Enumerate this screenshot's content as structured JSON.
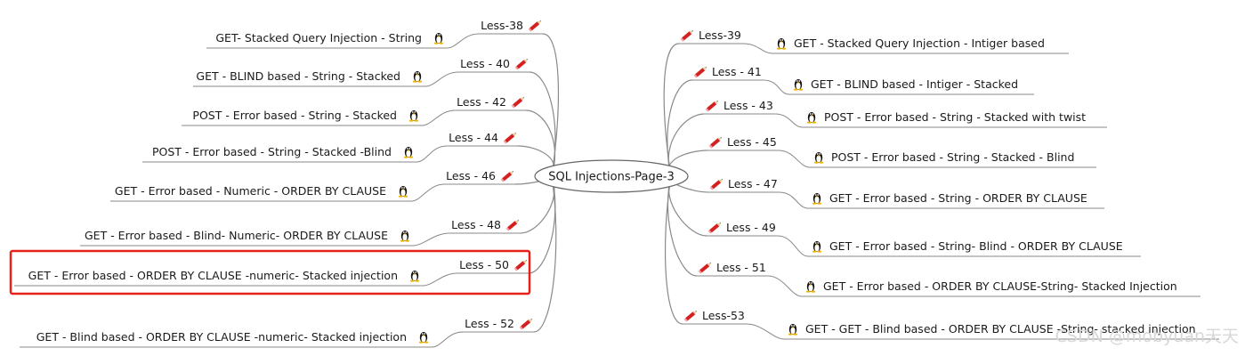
{
  "center": {
    "label": "SQL Injections-Page-3"
  },
  "left": [
    {
      "lesson": "Less-38",
      "topic": "GET- Stacked Query Injection - String"
    },
    {
      "lesson": "Less - 40",
      "topic": "GET - BLIND based - String - Stacked"
    },
    {
      "lesson": "Less - 42",
      "topic": "POST - Error based - String - Stacked"
    },
    {
      "lesson": "Less - 44",
      "topic": "POST - Error based - String - Stacked -Blind"
    },
    {
      "lesson": "Less - 46",
      "topic": "GET - Error based - Numeric - ORDER BY CLAUSE"
    },
    {
      "lesson": "Less - 48",
      "topic": "GET - Error based - Blind- Numeric- ORDER BY CLAUSE"
    },
    {
      "lesson": "Less - 50",
      "topic": "GET - Error based - ORDER BY CLAUSE -numeric- Stacked injection",
      "highlighted": true
    },
    {
      "lesson": "Less - 52",
      "topic": "GET - Blind based - ORDER BY CLAUSE -numeric- Stacked injection"
    }
  ],
  "right": [
    {
      "lesson": "Less-39",
      "topic": "GET -  Stacked Query Injection - Intiger based"
    },
    {
      "lesson": "Less - 41",
      "topic": "GET - BLIND based - Intiger - Stacked"
    },
    {
      "lesson": "Less - 43",
      "topic": "POST - Error based - String - Stacked with twist"
    },
    {
      "lesson": "Less - 45",
      "topic": "POST - Error based - String - Stacked - Blind"
    },
    {
      "lesson": "Less - 47",
      "topic": "GET - Error based - String - ORDER BY CLAUSE"
    },
    {
      "lesson": "Less - 49",
      "topic": "GET - Error based - String- Blind - ORDER BY CLAUSE"
    },
    {
      "lesson": "Less - 51",
      "topic": "GET - Error based - ORDER BY CLAUSE-String- Stacked Injection"
    },
    {
      "lesson": "Less-53",
      "topic": "GET - GET - Blind based - ORDER BY CLAUSE -String- stacked injection"
    }
  ],
  "icons": {
    "lesson": "pencil-icon",
    "topic": "tux-penguin-icon"
  },
  "colors": {
    "highlight": "#e8201a",
    "pencil": "#d42020",
    "line": "#888888"
  },
  "watermark": "CSDN @mobyuan天天"
}
